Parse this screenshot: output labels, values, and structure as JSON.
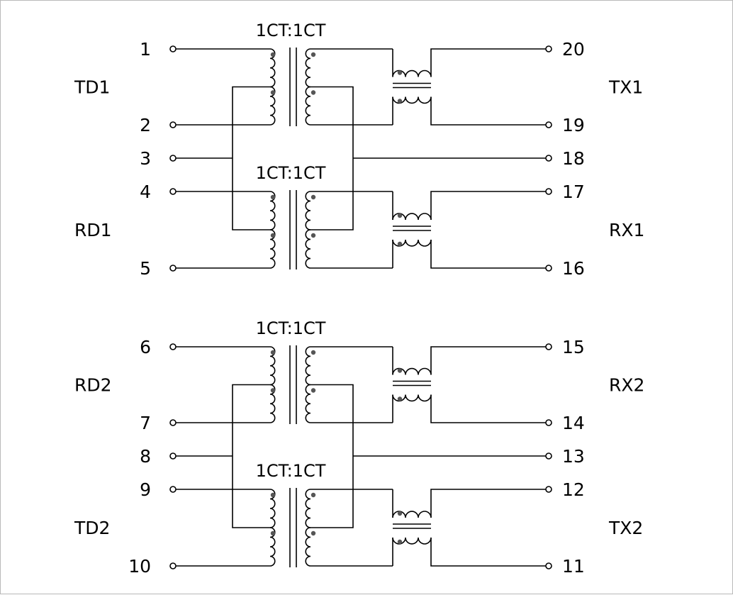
{
  "colors": {
    "line": "#000000",
    "dot": "#555555",
    "border": "#b9b9b9"
  },
  "transformers": [
    {
      "id": "upper-1",
      "ratio": "1CT:1CT",
      "left_pins": {
        "top": "1",
        "bottom": "2"
      },
      "right_pins": {
        "top": "20",
        "bottom": "19"
      },
      "left_label": "TD1",
      "right_label": "TX1"
    },
    {
      "id": "lower-1",
      "ratio": "1CT:1CT",
      "left_pins": {
        "top": "4",
        "bottom": "5"
      },
      "right_pins": {
        "top": "17",
        "bottom": "16"
      },
      "left_label": "RD1",
      "right_label": "RX1"
    },
    {
      "id": "upper-2",
      "ratio": "1CT:1CT",
      "left_pins": {
        "top": "6",
        "bottom": "7"
      },
      "right_pins": {
        "top": "15",
        "bottom": "14"
      },
      "left_label": "RD2",
      "right_label": "RX2"
    },
    {
      "id": "lower-2",
      "ratio": "1CT:1CT",
      "left_pins": {
        "top": "9",
        "bottom": "10"
      },
      "right_pins": {
        "top": "12",
        "bottom": "11"
      },
      "left_label": "TD2",
      "right_label": "TX2"
    }
  ],
  "center_taps": [
    {
      "left_pin": "3",
      "right_pin": "18"
    },
    {
      "left_pin": "8",
      "right_pin": "13"
    }
  ]
}
